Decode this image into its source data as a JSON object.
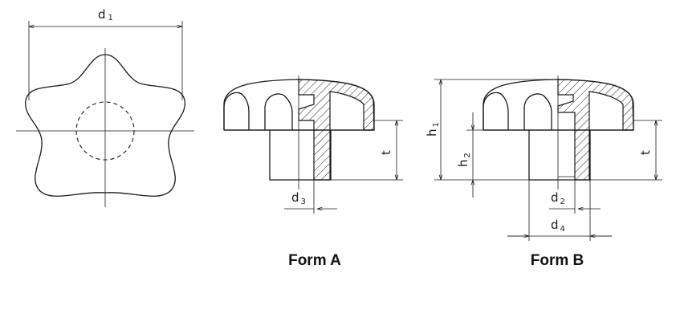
{
  "dimensions": {
    "d1": {
      "base": "d",
      "sub": "1"
    },
    "d2": {
      "base": "d",
      "sub": "2"
    },
    "d3": {
      "base": "d",
      "sub": "3"
    },
    "d4": {
      "base": "d",
      "sub": "4"
    },
    "h1": {
      "base": "h",
      "sub": "1"
    },
    "h2": {
      "base": "h",
      "sub": "2"
    },
    "t": "t"
  },
  "labels": {
    "form_a": "Form A",
    "form_b": "Form B"
  },
  "colors": {
    "line": "#1a1a1a",
    "hatch": "#1a1a1a",
    "background": "#ffffff"
  }
}
